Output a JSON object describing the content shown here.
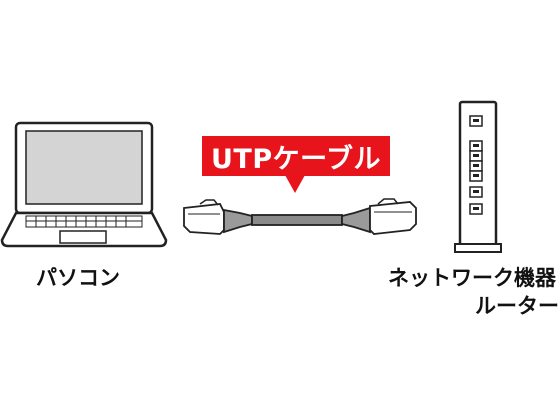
{
  "cable_label": "UTPケーブル",
  "left_device": {
    "label": "パソコン",
    "icon": "laptop-icon"
  },
  "right_device": {
    "label_line1": "ネットワーク機器・",
    "label_line2": "ルーター",
    "icon": "router-icon"
  },
  "colors": {
    "accent": "#e8141c",
    "outline": "#222222",
    "cable": "#8a8a8a",
    "screen": "#d4d4d4"
  }
}
